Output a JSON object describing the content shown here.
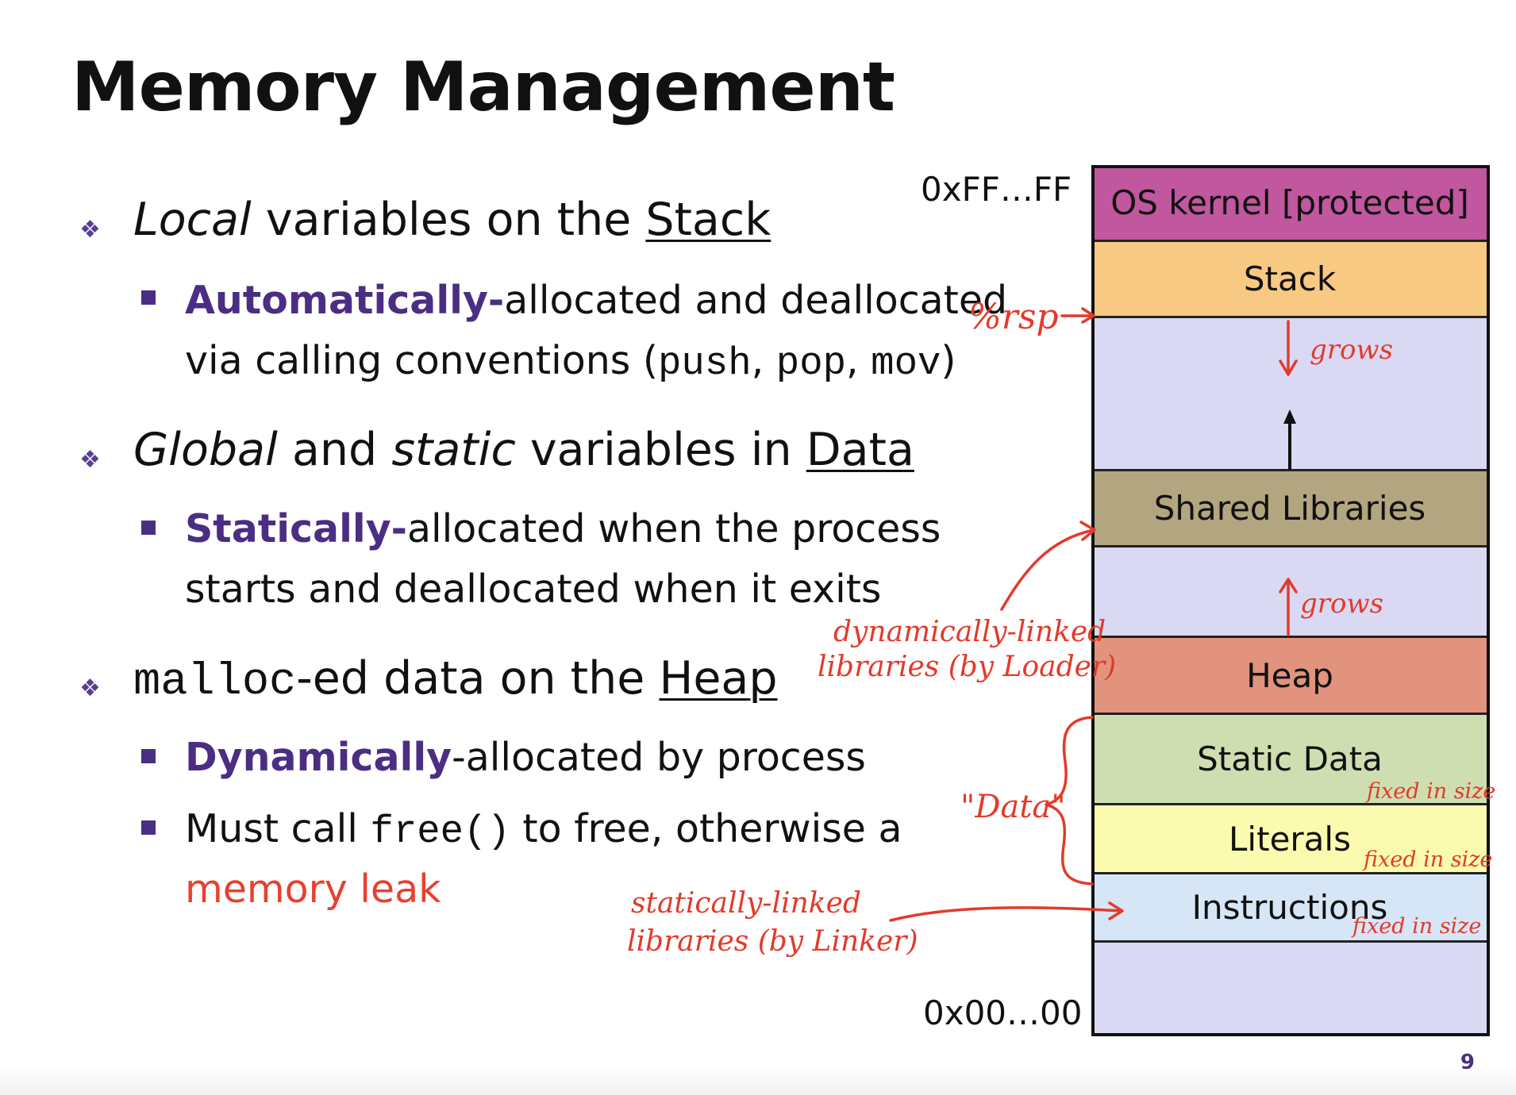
{
  "slide": {
    "title": "Memory Management",
    "page_number": "9"
  },
  "bullets": {
    "local": {
      "italic": "Local",
      "text": " variables on the ",
      "target": "Stack",
      "sub": {
        "emph": "Automatically-",
        "line1": "allocated and deallocated",
        "line2_pre": "via calling conventions (",
        "code1": "push",
        "sep1": ", ",
        "code2": "pop",
        "sep2": ", ",
        "code3": "mov",
        "line2_post": ")"
      }
    },
    "global": {
      "italic1": "Global",
      "text1": " and ",
      "italic2": "static",
      "text2": " variables in ",
      "target": "Data",
      "sub": {
        "emph": "Statically-",
        "line1": "allocated when the process",
        "line2": "starts and deallocated when it exits"
      }
    },
    "heap": {
      "code": "malloc",
      "text": "-ed data on the ",
      "target": "Heap",
      "sub1": {
        "emph": "Dynamically",
        "text": "-allocated by process"
      },
      "sub2": {
        "pre": "Must call ",
        "code": "free()",
        "post": " to free, otherwise a",
        "line2": "memory leak"
      }
    }
  },
  "memory": {
    "addr_top": "0xFF…FF",
    "addr_bottom": "0x00…00",
    "segments": {
      "kernel": "OS kernel [protected]",
      "stack": "Stack",
      "shared": "Shared Libraries",
      "heap": "Heap",
      "static": "Static Data",
      "literals": "Literals",
      "instructions": "Instructions"
    },
    "colors": {
      "kernel": "#c1579e",
      "stack": "#f7c982",
      "free": "#d9d9f3",
      "shared": "#b3a57f",
      "heap": "#e1937d",
      "static": "#cfdeb0",
      "literals": "#fbfbb0",
      "instructions": "#d6e6f7"
    }
  },
  "annotations": {
    "rsp": "%rsp",
    "grows_down": "grows",
    "grows_up": "grows",
    "dyn_line1": "dynamically-linked",
    "dyn_line2": "libraries (by Loader)",
    "data_label": "\"Data\"",
    "fixed1": "fixed in size",
    "fixed2": "fixed in size",
    "fixed3": "fixed in size",
    "stat_line1": "statically-linked",
    "stat_line2": "libraries (by Linker)"
  }
}
